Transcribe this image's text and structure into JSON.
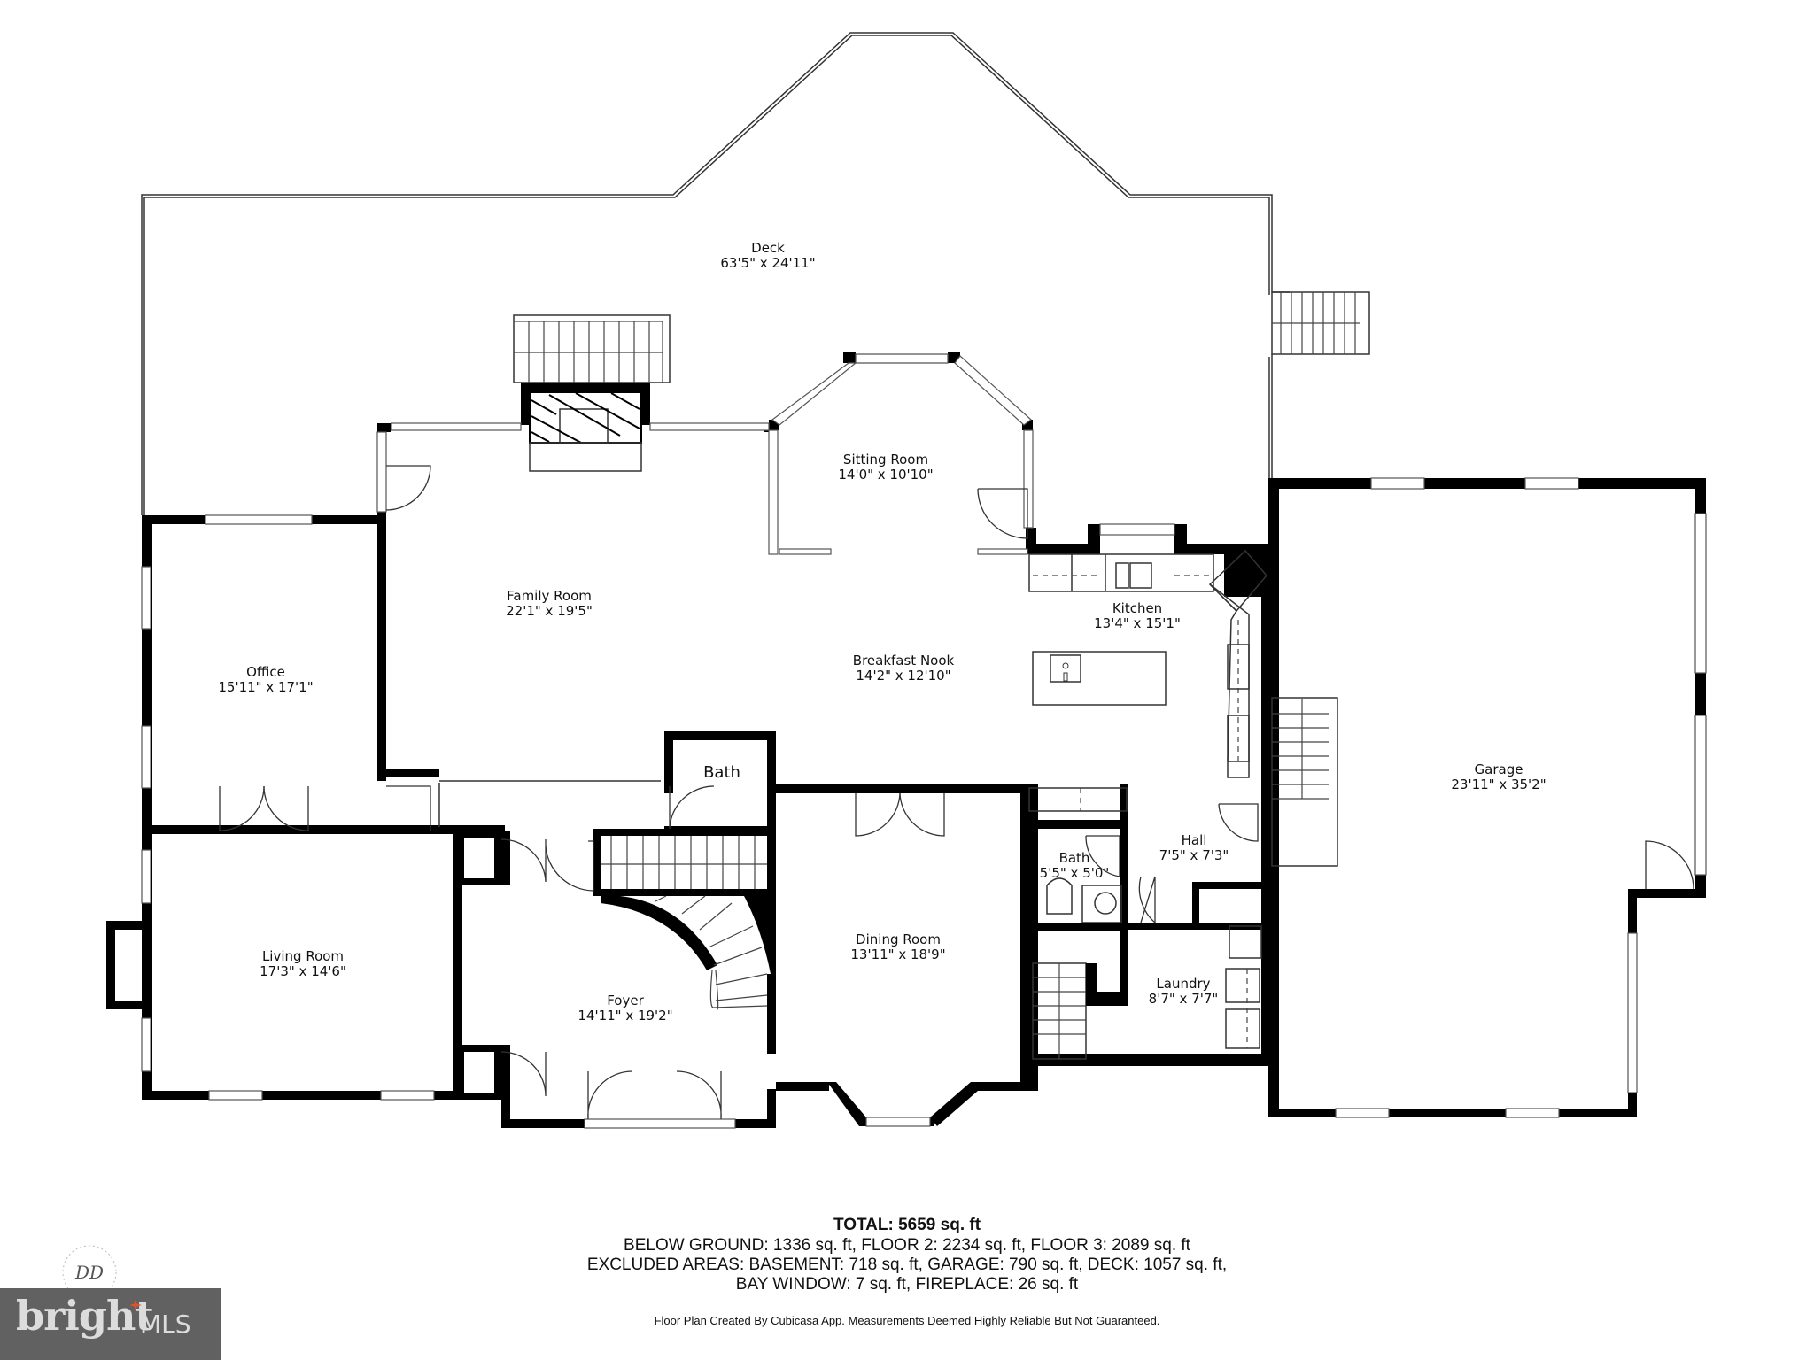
{
  "rooms": {
    "deck": {
      "name": "Deck",
      "dims": "63'5\" x 24'11\""
    },
    "sitting": {
      "name": "Sitting Room",
      "dims": "14'0\" x 10'10\""
    },
    "family": {
      "name": "Family Room",
      "dims": "22'1\" x 19'5\""
    },
    "kitchen": {
      "name": "Kitchen",
      "dims": "13'4\" x 15'1\""
    },
    "nook": {
      "name": "Breakfast Nook",
      "dims": "14'2\" x 12'10\""
    },
    "office": {
      "name": "Office",
      "dims": "15'11\" x 17'1\""
    },
    "garage": {
      "name": "Garage",
      "dims": "23'11\" x 35'2\""
    },
    "bath_half": {
      "name": "Bath",
      "dims": ""
    },
    "hall": {
      "name": "Hall",
      "dims": "7'5\" x 7'3\""
    },
    "bath_small": {
      "name": "Bath",
      "dims": "5'5\" x 5'0\""
    },
    "dining": {
      "name": "Dining Room",
      "dims": "13'11\" x 18'9\""
    },
    "living": {
      "name": "Living Room",
      "dims": "17'3\" x 14'6\""
    },
    "laundry": {
      "name": "Laundry",
      "dims": "8'7\" x 7'7\""
    },
    "foyer": {
      "name": "Foyer",
      "dims": "14'11\" x 19'2\""
    }
  },
  "summary": {
    "total": "TOTAL: 5659 sq. ft",
    "line1": "BELOW GROUND: 1336 sq. ft, FLOOR 2: 2234 sq. ft, FLOOR 3: 2089 sq. ft",
    "line2": "EXCLUDED AREAS: BASEMENT: 718 sq. ft, GARAGE: 790 sq. ft, DECK: 1057 sq. ft,",
    "line3": "BAY WINDOW: 7 sq. ft, FIREPLACE: 26 sq. ft"
  },
  "disclaimer": "Floor Plan Created By Cubicasa App. Measurements Deemed Highly Reliable But Not Guaranteed.",
  "watermark": {
    "brand_word": "bright",
    "brand_suffix": "MLS",
    "brand_bg": "#616161",
    "brand_text_color": "#dcdcdc",
    "accent_color": "#e0532b",
    "seal_initials": "DD"
  },
  "colors": {
    "wall": "#000000",
    "background": "#ffffff",
    "line": "#333333"
  }
}
